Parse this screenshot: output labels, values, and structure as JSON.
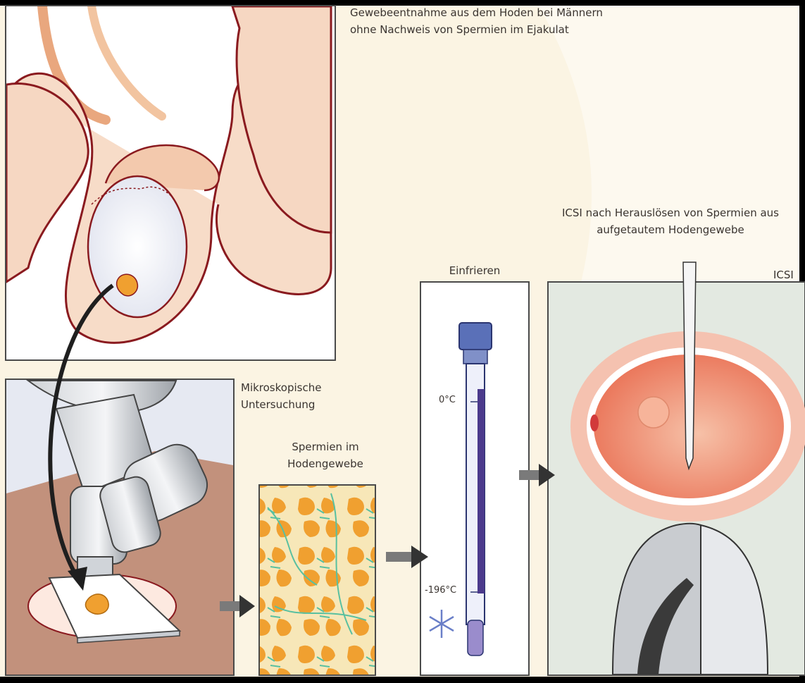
{
  "captions": {
    "tissue_removal": "Gewebeentnahme aus dem Hoden bei Männern ohne Nachweis von Spermien im Ejakulat",
    "microscopy": "Mikroskopische Untersuchung",
    "sperm_in_tissue": "Spermien im Hodengewebe",
    "freezing": "Einfrieren",
    "icsi_after": "ICSI nach Herauslösen von Spermien aus aufgetautem Hodengewebe",
    "icsi": "ICSI"
  },
  "temperatures": {
    "upper": "0°C",
    "lower": "-196°C"
  },
  "colors": {
    "background": "#fbf4e3",
    "outline": "#8a1a1f",
    "skin": "#f6d7c2",
    "tissue_orange": "#f0a030",
    "sperm_green": "#59c0a0",
    "straw_purple": "#4b3a8c",
    "egg_red": "#e9654a"
  },
  "icons": [
    "arrow-right-icon",
    "snowflake-icon",
    "microscope-icon",
    "pipette-icon"
  ]
}
